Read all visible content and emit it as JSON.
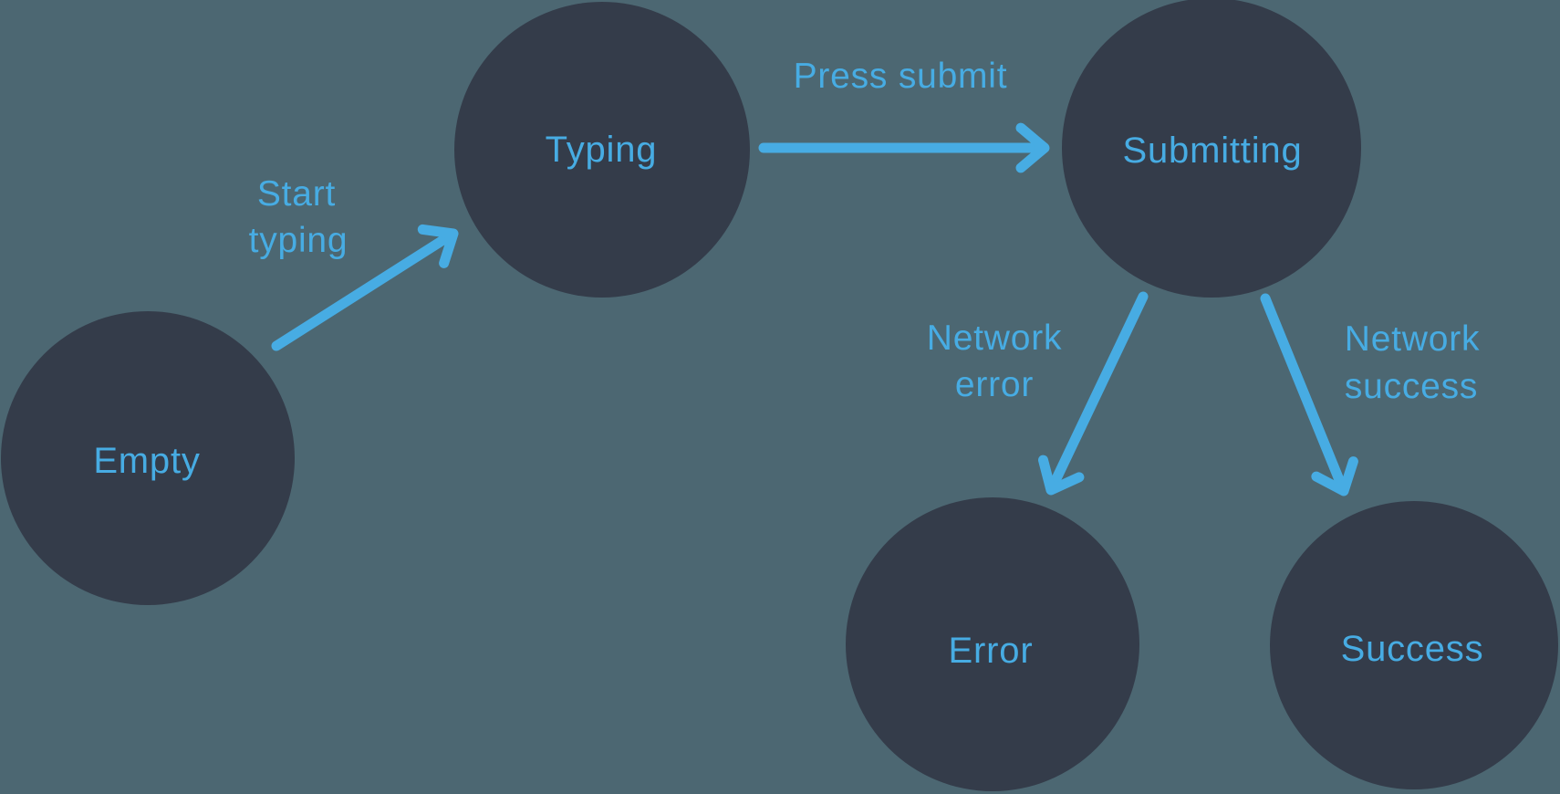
{
  "diagram": {
    "kind": "state-machine",
    "states": [
      {
        "id": "empty",
        "label": "Empty"
      },
      {
        "id": "typing",
        "label": "Typing"
      },
      {
        "id": "submitting",
        "label": "Submitting"
      },
      {
        "id": "error",
        "label": "Error"
      },
      {
        "id": "success",
        "label": "Success"
      }
    ],
    "transitions": [
      {
        "from": "empty",
        "to": "typing",
        "label": "Start typing",
        "label_lines": [
          "Start",
          "typing"
        ]
      },
      {
        "from": "typing",
        "to": "submitting",
        "label": "Press submit",
        "label_lines": [
          "Press submit"
        ]
      },
      {
        "from": "submitting",
        "to": "error",
        "label": "Network error",
        "label_lines": [
          "Network",
          "error"
        ]
      },
      {
        "from": "submitting",
        "to": "success",
        "label": "Network success",
        "label_lines": [
          "Network",
          "success"
        ]
      }
    ]
  },
  "colors": {
    "background": "#4C6772",
    "node_fill": "#343C4A",
    "accent": "#47ACE3"
  }
}
